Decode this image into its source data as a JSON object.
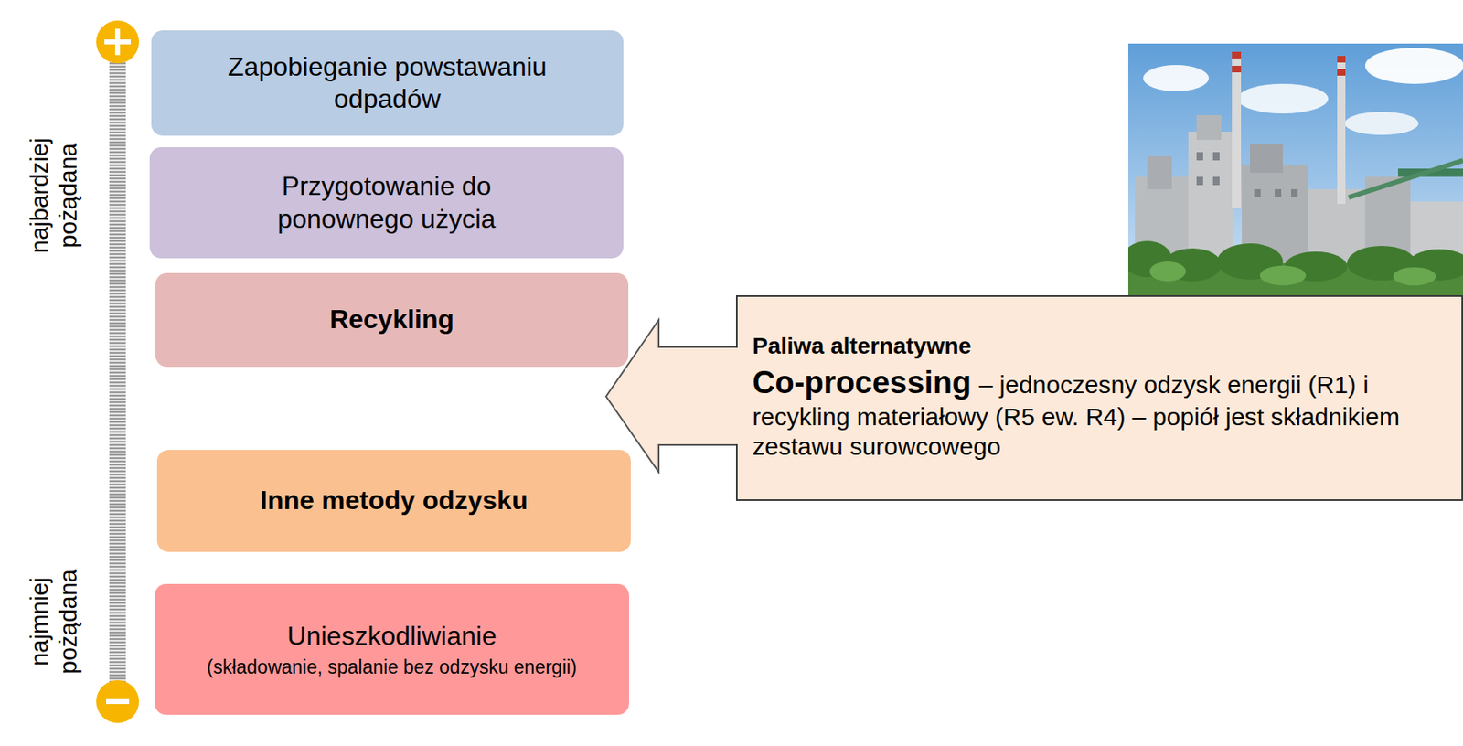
{
  "diagram": {
    "nodes": [
      {
        "text": [
          "Zapobieganie powstawaniu odpadów"
        ]
      },
      {
        "text": [
          "Przygotowanie do ponownego użycia"
        ]
      },
      {
        "text": [
          "Recykling"
        ]
      },
      {
        "text": [
          "Inne metody odzysku"
        ]
      },
      {
        "text": [
          "Unieszkodliwianie",
          "(składowanie, spalanie bez odzysku energii)"
        ]
      },
      {
        "text": [
          "Paliwa alternatywne",
          "Co-processing",
          "– jednoczesny odzysk energii (R1) i recykling materiałowy (R5 ew. R4) – popiół jest składnikiem zestawu surowcowego"
        ]
      }
    ],
    "labels": [
      "najbardziej pożądana",
      "najmniej pożądana"
    ]
  }
}
